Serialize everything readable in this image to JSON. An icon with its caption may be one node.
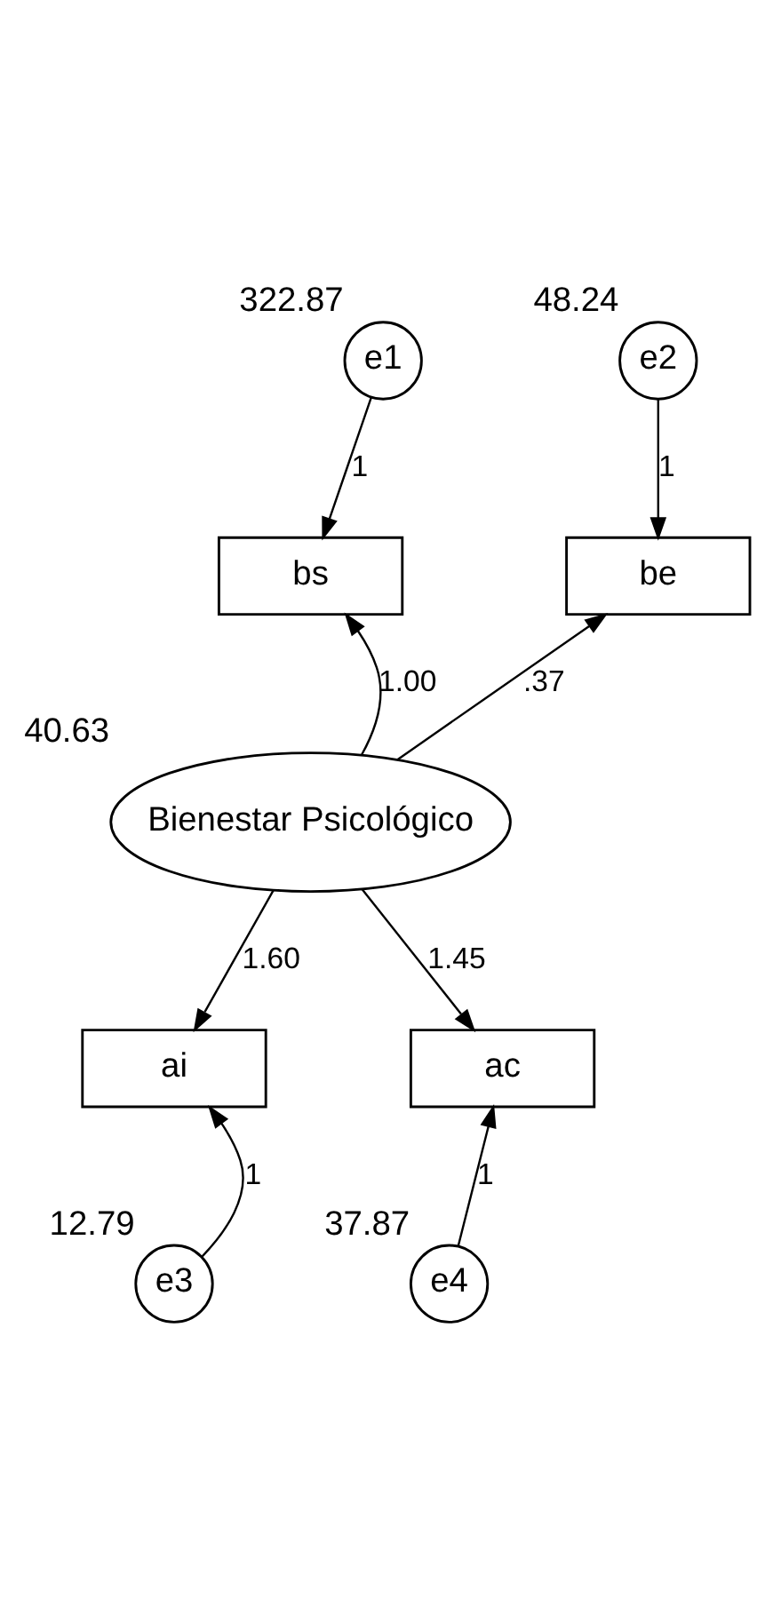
{
  "diagram": {
    "nodes": [
      {
        "text": [
          "e1"
        ],
        "beside": [
          "322.87"
        ]
      },
      {
        "text": [
          "e2"
        ],
        "beside": [
          "48.24"
        ]
      },
      {
        "text": [
          "bs"
        ]
      },
      {
        "text": [
          "be"
        ]
      },
      {
        "text": [
          "Bienestar Psicológico"
        ],
        "beside": [
          "40.63"
        ]
      },
      {
        "text": [
          "ai"
        ]
      },
      {
        "text": [
          "ac"
        ]
      },
      {
        "text": [
          "e3"
        ],
        "beside": [
          "12.79"
        ]
      },
      {
        "text": [
          "e4"
        ],
        "beside": [
          "37.87"
        ]
      }
    ],
    "edges": [
      {
        "from": 0,
        "to": 2,
        "arrow": "to",
        "label": "1"
      },
      {
        "from": 1,
        "to": 3,
        "arrow": "to",
        "label": "1"
      },
      {
        "from": 4,
        "to": 2,
        "arrow": "to",
        "label": "1.00"
      },
      {
        "from": 4,
        "to": 3,
        "arrow": "to",
        "label": ".37"
      },
      {
        "from": 4,
        "to": 5,
        "arrow": "to",
        "label": "1.60"
      },
      {
        "from": 4,
        "to": 6,
        "arrow": "to",
        "label": "1.45"
      },
      {
        "from": 7,
        "to": 5,
        "arrow": "to",
        "label": "1"
      },
      {
        "from": 8,
        "to": 6,
        "arrow": "to",
        "label": "1"
      }
    ]
  }
}
